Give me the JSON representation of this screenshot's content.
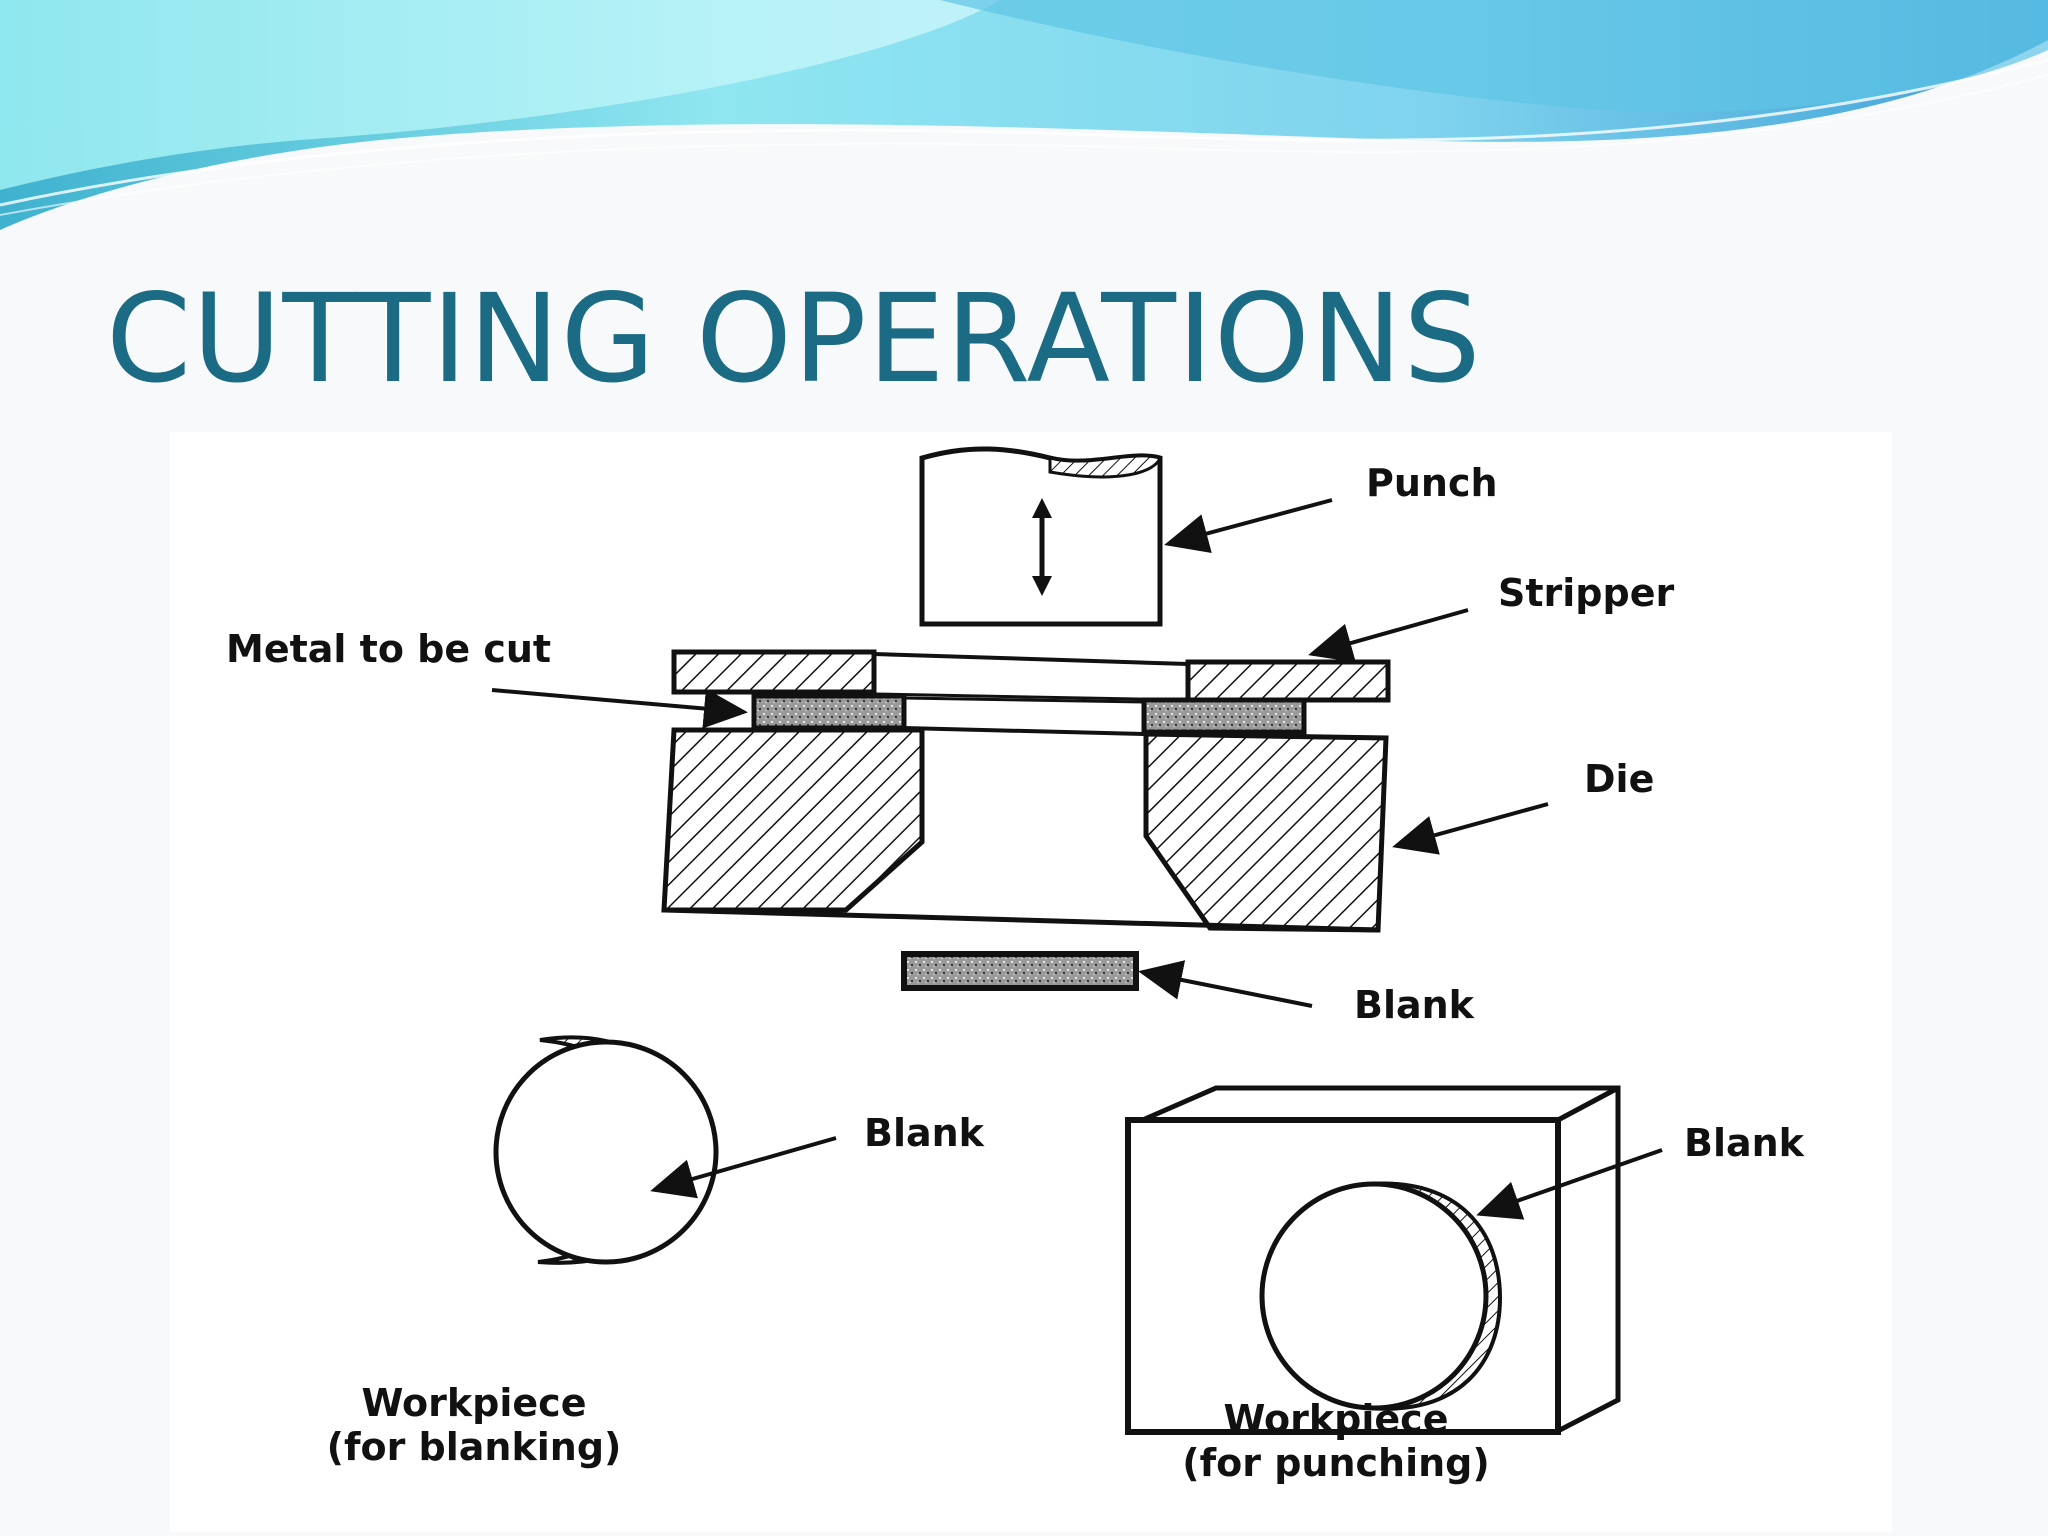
{
  "slide": {
    "title": "CUTTING OPERATIONS"
  },
  "diagram": {
    "labels": {
      "punch": "Punch",
      "stripper": "Stripper",
      "metal": "Metal to be cut",
      "die": "Die",
      "blank_bottom": "Blank",
      "blank_left": "Blank",
      "blank_right": "Blank"
    },
    "captions": {
      "blanking_line1": "Workpiece",
      "blanking_line2": "(for blanking)",
      "punching_line1": "Workpiece",
      "punching_line2": "(for punching)"
    }
  },
  "colors": {
    "title": "#1b6b85",
    "banner_light": "#a6ecf2",
    "banner_dark": "#4fb6da"
  }
}
